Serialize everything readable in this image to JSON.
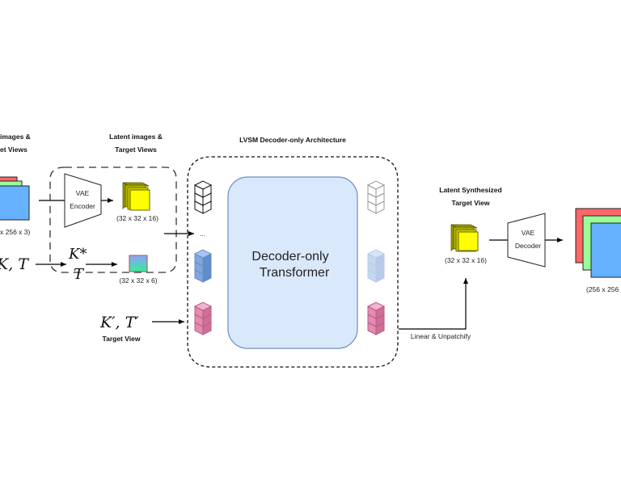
{
  "diagram": {
    "title": "LVSM Decoder-only Architecture",
    "input_section": {
      "header_line1": "images &",
      "header_line2": "et Views",
      "input_size": "x 256 x 3)",
      "camera_input": "K, T"
    },
    "latent_section": {
      "header_line1": "Latent images &",
      "header_line2": "Target Views",
      "encoder_line1": "VAE",
      "encoder_line2": "Encoder",
      "latent_size": "(32 x 32 x 16)",
      "kstar": "K*",
      "t_label": "T",
      "plucker_size": "(32 x 32 x 6)"
    },
    "target_view": {
      "math": "K′, T′",
      "label": "Target View"
    },
    "transformer": {
      "line1": "Decoder-only",
      "line2": "Transformer",
      "ellipsis": "..."
    },
    "output_section": {
      "linear_label": "Linear & Unpatchify",
      "header_line1": "Latent Synthesized",
      "header_line2": "Target View",
      "latent_size": "(32 x 32 x 16)",
      "decoder_line1": "VAE",
      "decoder_line2": "Decoder",
      "output_size": "(256 x 256"
    },
    "colors": {
      "red": "#ff6666",
      "green": "#99ff99",
      "blue": "#66b2ff",
      "yellow": "#ffff00",
      "olive": "#999900",
      "transformer_fill": "#dae8fc",
      "transformer_stroke": "#6c8ebf",
      "blue_token": "#7ea6e0",
      "pink_token": "#e6a0c0"
    }
  }
}
